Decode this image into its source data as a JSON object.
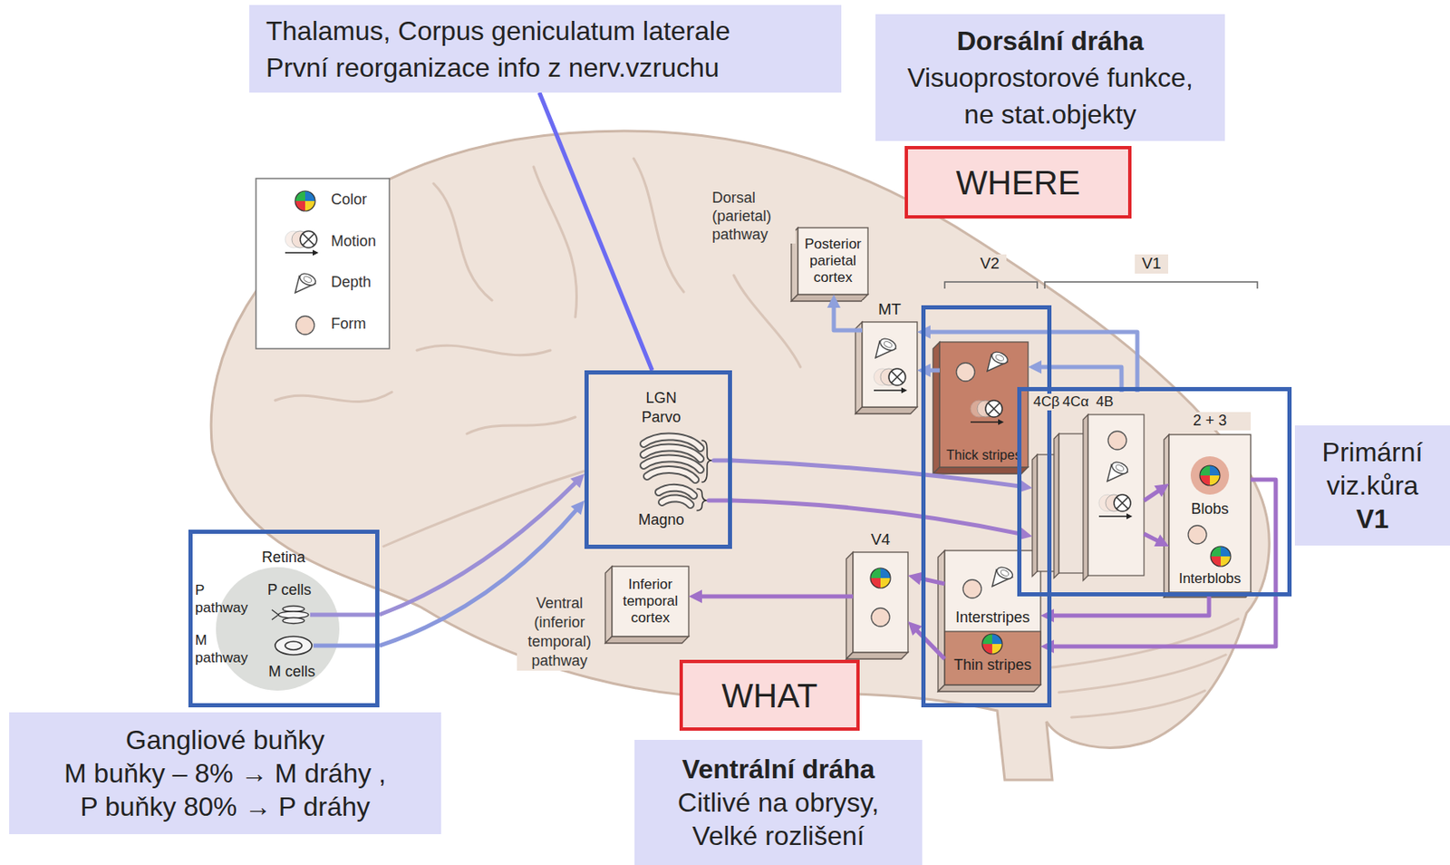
{
  "diagram": {
    "nodes": [
      {
        "text": [
          "Thalamus, Corpus geniculatum laterale",
          "První reorganizace info z nerv.vzruchu"
        ]
      },
      {
        "text": [
          "Dorsální dráha",
          "Visuoprostorové funkce, ne stat.objekty"
        ]
      },
      {
        "text": [
          "WHERE"
        ]
      },
      {
        "text": [
          "Posterior parietal cortex"
        ]
      },
      {
        "text": [
          "MT"
        ]
      },
      {
        "text": [
          "V2"
        ]
      },
      {
        "text": [
          "Thick stripes"
        ],
        "in": 5
      },
      {
        "text": [
          "Interstripes",
          "Thin stripes"
        ],
        "in": 5
      },
      {
        "text": [
          "V1"
        ]
      },
      {
        "text": [
          "4B",
          "4Cα",
          "4Cβ"
        ],
        "in": 8
      },
      {
        "text": [
          "2 + 3",
          "Blobs",
          "Interblobs"
        ],
        "in": 8
      },
      {
        "text": [
          "Primární viz.kůra",
          "V1"
        ]
      },
      {
        "text": [
          "LGN Parvo",
          "Magno"
        ]
      },
      {
        "text": [
          "Retina",
          "P pathway",
          "P cells",
          "M pathway",
          "M cells"
        ]
      },
      {
        "text": [
          "Gangliové buňky",
          "M buňky – 8% → M dráhy ,",
          "P buňky 80% → P dráhy"
        ]
      },
      {
        "text": [
          "V4"
        ]
      },
      {
        "text": [
          "Inferior temporal cortex"
        ]
      },
      {
        "text": [
          "WHAT"
        ]
      },
      {
        "text": [
          "Ventrální dráha",
          "Citlivé na obrysy, Velké rozlišení"
        ]
      }
    ],
    "edges": [
      {
        "from": 0,
        "to": 12,
        "arrow": "none"
      },
      {
        "from": 13,
        "to": 12,
        "arrow": "to"
      },
      {
        "from": 13,
        "to": 12,
        "arrow": "to"
      },
      {
        "from": 12,
        "to": 9,
        "arrow": "to"
      },
      {
        "from": 12,
        "to": 9,
        "arrow": "to"
      },
      {
        "from": 9,
        "to": 10,
        "arrow": "to"
      },
      {
        "from": 9,
        "to": 10,
        "arrow": "to"
      },
      {
        "from": 9,
        "to": 6,
        "arrow": "to"
      },
      {
        "from": 9,
        "to": 4,
        "arrow": "to"
      },
      {
        "from": 6,
        "to": 4,
        "arrow": "to"
      },
      {
        "from": 4,
        "to": 3,
        "arrow": "to"
      },
      {
        "from": 10,
        "to": 7,
        "arrow": "to"
      },
      {
        "from": 10,
        "to": 7,
        "arrow": "to"
      },
      {
        "from": 7,
        "to": 15,
        "arrow": "to"
      },
      {
        "from": 7,
        "to": 15,
        "arrow": "to"
      },
      {
        "from": 15,
        "to": 16,
        "arrow": "to"
      }
    ],
    "labels": [
      "Dorsal (parietal) pathway",
      "Ventral (inferior temporal) pathway"
    ],
    "legend": [
      {
        "text": "Color"
      },
      {
        "text": "Motion"
      },
      {
        "text": "Depth"
      },
      {
        "text": "Form"
      }
    ]
  }
}
